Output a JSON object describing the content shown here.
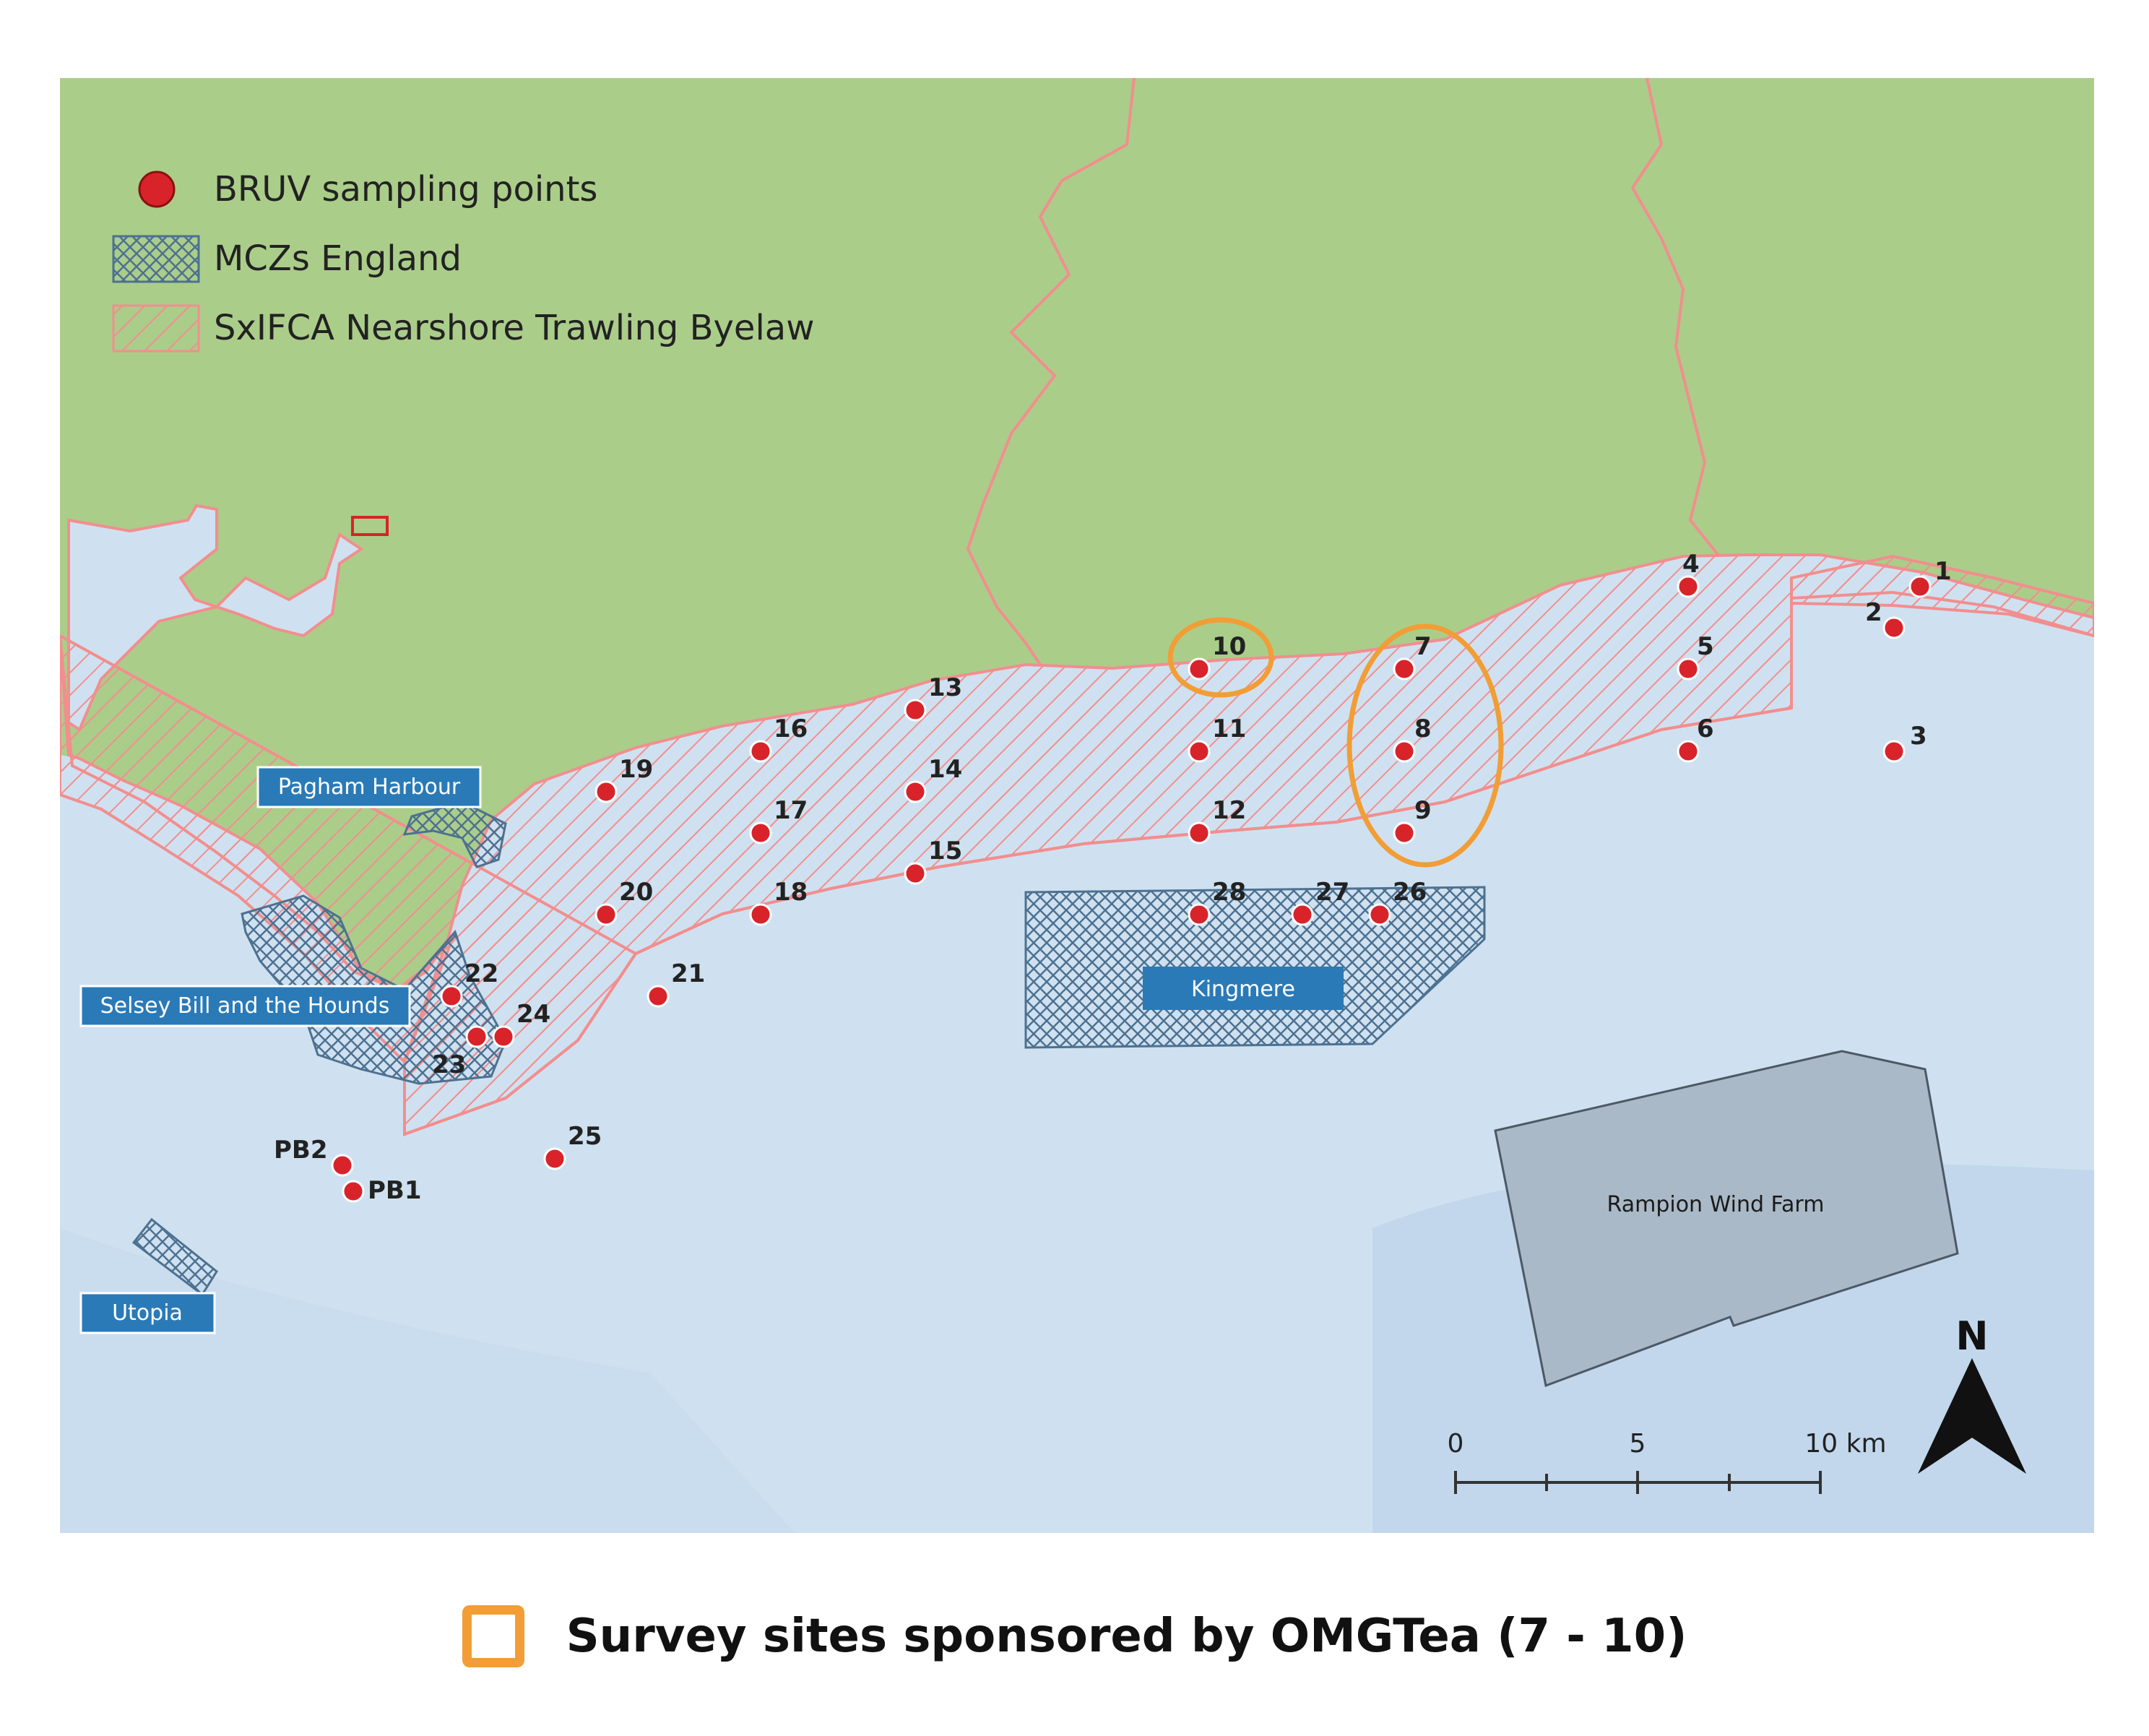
{
  "legend": {
    "items": [
      {
        "label": "BRUV sampling points",
        "icon": "red-dot-icon"
      },
      {
        "label": "MCZs England",
        "icon": "crosshatch-swatch-icon"
      },
      {
        "label": "SxIFCA Nearshore Trawling Byelaw",
        "icon": "diagonal-hatch-swatch-icon"
      }
    ]
  },
  "area_labels": {
    "pagham": "Pagham Harbour",
    "selsey": "Selsey Bill and the Hounds",
    "utopia": "Utopia",
    "kingmere": "Kingmere",
    "rampion": "Rampion Wind Farm"
  },
  "sampling_points": [
    "1",
    "2",
    "3",
    "4",
    "5",
    "6",
    "7",
    "8",
    "9",
    "10",
    "11",
    "12",
    "13",
    "14",
    "15",
    "16",
    "17",
    "18",
    "19",
    "20",
    "21",
    "22",
    "23",
    "24",
    "25",
    "26",
    "27",
    "28",
    "PB1",
    "PB2"
  ],
  "highlighted_sites": [
    "7",
    "8",
    "9",
    "10"
  ],
  "scale_bar": {
    "ticks": [
      "0",
      "5",
      "10 km"
    ]
  },
  "north_arrow": {
    "label": "N"
  },
  "footer": {
    "text": "Survey sites sponsored by OMGTea (7 - 10)"
  },
  "colors": {
    "land": "#abcd8a",
    "sea": "#cfe1f0",
    "point": "#d8232a",
    "byelaw": "#f28e8e",
    "mcz": "#4d7191",
    "highlight": "#f29d35",
    "label_box": "#2a7ab8",
    "wind_farm": "#aab9c7"
  }
}
